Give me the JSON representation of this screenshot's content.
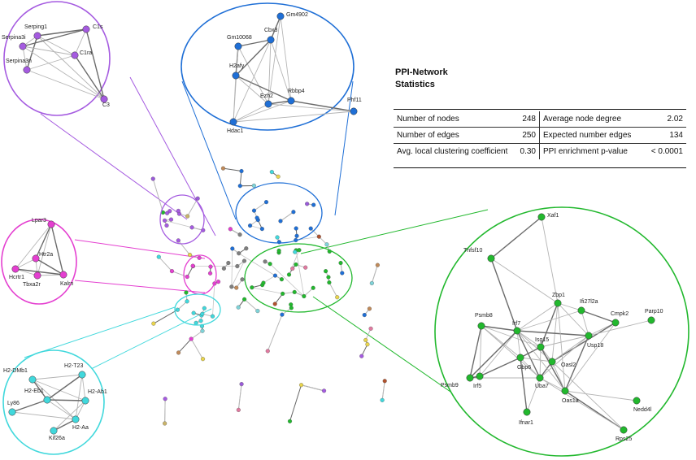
{
  "stats": {
    "title_line1": "PPI-Network",
    "title_line2": "Statistics",
    "rows": [
      {
        "label": "Number of nodes",
        "value": "248",
        "label2": "Average node degree",
        "value2": "2.02"
      },
      {
        "label": "Number of edges",
        "value": "250",
        "label2": "Expected number edges",
        "value2": "134"
      },
      {
        "label": "Avg. local clustering coefficient",
        "value": "0.30",
        "label2": "PPI enrichment p-value",
        "value2": "< 0.0001"
      }
    ]
  },
  "colors": {
    "purple": "#a55be0",
    "blue": "#1f6fd6",
    "pink": "#e43fd0",
    "green": "#22b82e",
    "cyan": "#41d8dc",
    "edge": "#9a9a9a"
  },
  "insets": {
    "purple": {
      "color": "#a55be0",
      "genes": [
        "Serping1",
        "C1s",
        "C1ra",
        "Serpina3i",
        "Serpina3n",
        "C3"
      ]
    },
    "blue": {
      "color": "#1f6fd6",
      "genes": [
        "Gm4902",
        "Gm10068",
        "Cbx3",
        "H2afy",
        "Rbbp4",
        "Ezh2",
        "Phf11",
        "Hdac1"
      ]
    },
    "pink": {
      "color": "#e43fd0",
      "genes": [
        "Lpar3",
        "Htr2a",
        "Hcrtr1",
        "Tbxa2r",
        "Kalrn"
      ]
    },
    "cyan": {
      "color": "#41d8dc",
      "genes": [
        "H2-DMb1",
        "H2-T23",
        "H2-Eb1",
        "H2-Ab1",
        "Ly86",
        "H2-Aa",
        "Kif26a"
      ]
    },
    "green": {
      "color": "#22b82e",
      "genes": [
        "Xaf1",
        "Tnfsf10",
        "Zbp1",
        "Ifi27l2a",
        "Psmb8",
        "Irf7",
        "Cmpk2",
        "Parp10",
        "Isg15",
        "Usp18",
        "Gbp6",
        "Oasl2",
        "Psmb9",
        "Uba7",
        "Irf5",
        "Ifnar1",
        "Oas1a",
        "Nedd4l",
        "Rps25"
      ]
    }
  }
}
